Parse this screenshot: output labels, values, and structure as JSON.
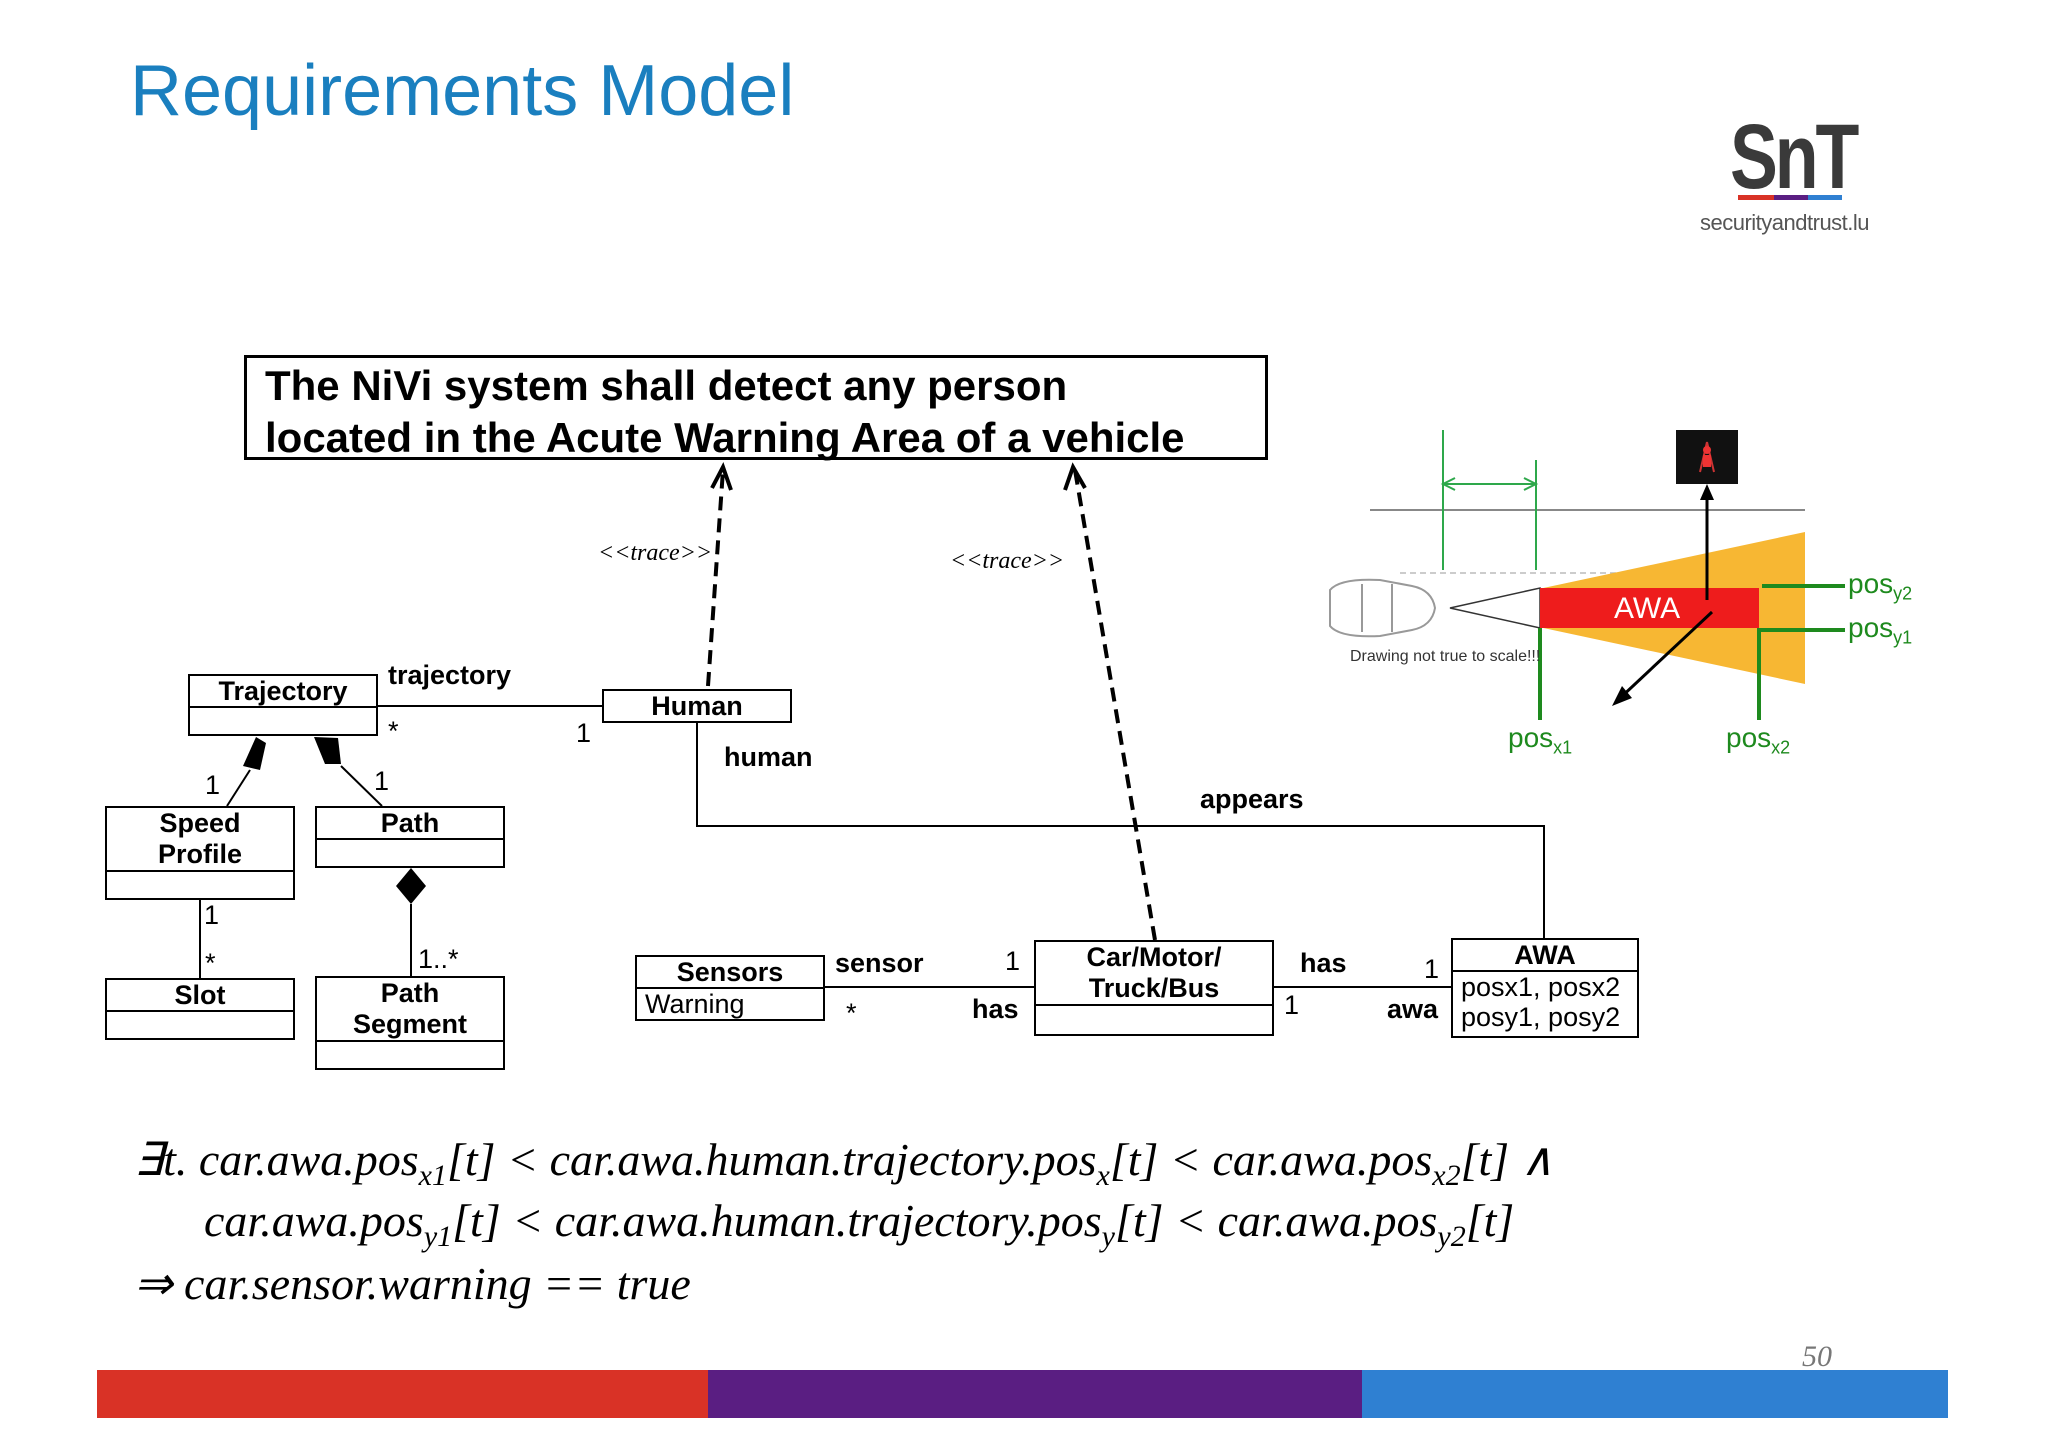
{
  "slide": {
    "title": "Requirements Model",
    "page_number": "50"
  },
  "logo": {
    "mark": "SnT",
    "url_text": "securityandtrust.lu"
  },
  "requirement": {
    "line1": "The NiVi system shall detect any person",
    "line2": "located in the Acute Warning Area of a vehicle"
  },
  "uml": {
    "trace_label": "<<trace>>",
    "classes": {
      "trajectory": "Trajectory",
      "human": "Human",
      "speed_profile_1": "Speed",
      "speed_profile_2": "Profile",
      "path": "Path",
      "slot": "Slot",
      "path_segment_1": "Path",
      "path_segment_2": "Segment",
      "sensors": "Sensors",
      "sensors_attr": "Warning",
      "car_1": "Car/Motor/",
      "car_2": "Truck/Bus",
      "awa": "AWA",
      "awa_attr1": "posx1, posx2",
      "awa_attr2": "posy1, posy2"
    },
    "roles": {
      "trajectory": "trajectory",
      "human": "human",
      "appears": "appears",
      "sensor": "sensor",
      "has_top": "has",
      "has_bottom": "has",
      "awa": "awa"
    },
    "multiplicities": {
      "traj_star": "*",
      "human_one": "1",
      "speed_one": "1",
      "path_one": "1",
      "speed_slot_one": "1",
      "slot_star": "*",
      "segment_many": "1..*",
      "sensor_one": "1",
      "sensor_star": "*",
      "car_awa_one_left": "1",
      "car_awa_one_right": "1"
    }
  },
  "awa_figure": {
    "awa_text": "AWA",
    "note": "Drawing not true to scale!!!",
    "pos_y2": "pos",
    "pos_y2_sub": "y2",
    "pos_y1": "pos",
    "pos_y1_sub": "y1",
    "pos_x1": "pos",
    "pos_x1_sub": "x1",
    "pos_x2": "pos",
    "pos_x2_sub": "x2"
  },
  "formula": {
    "line1_a": "∃t. car.awa.pos",
    "line1_sub1": "x1",
    "line1_b": "[t] < car.awa.human.trajectory.pos",
    "line1_sub2": "x",
    "line1_c": "[t] < car.awa.pos",
    "line1_sub3": "x2",
    "line1_d": "[t]  ∧",
    "line2_a": "car.awa.pos",
    "line2_sub1": "y1",
    "line2_b": "[t] < car.awa.human.trajectory.pos",
    "line2_sub2": "y",
    "line2_c": "[t] < car.awa.pos",
    "line2_sub3": "y2",
    "line2_d": "[t]",
    "line3": "⇒ car.sensor.warning == true"
  },
  "colors": {
    "title": "#1a7fbf",
    "bar_red": "#d93226",
    "bar_purple": "#5a1e82",
    "bar_blue": "#2f80d2",
    "awa_red": "#ee1c1c",
    "awa_orange": "#f7b733",
    "pos_green": "#1e8a1e"
  }
}
